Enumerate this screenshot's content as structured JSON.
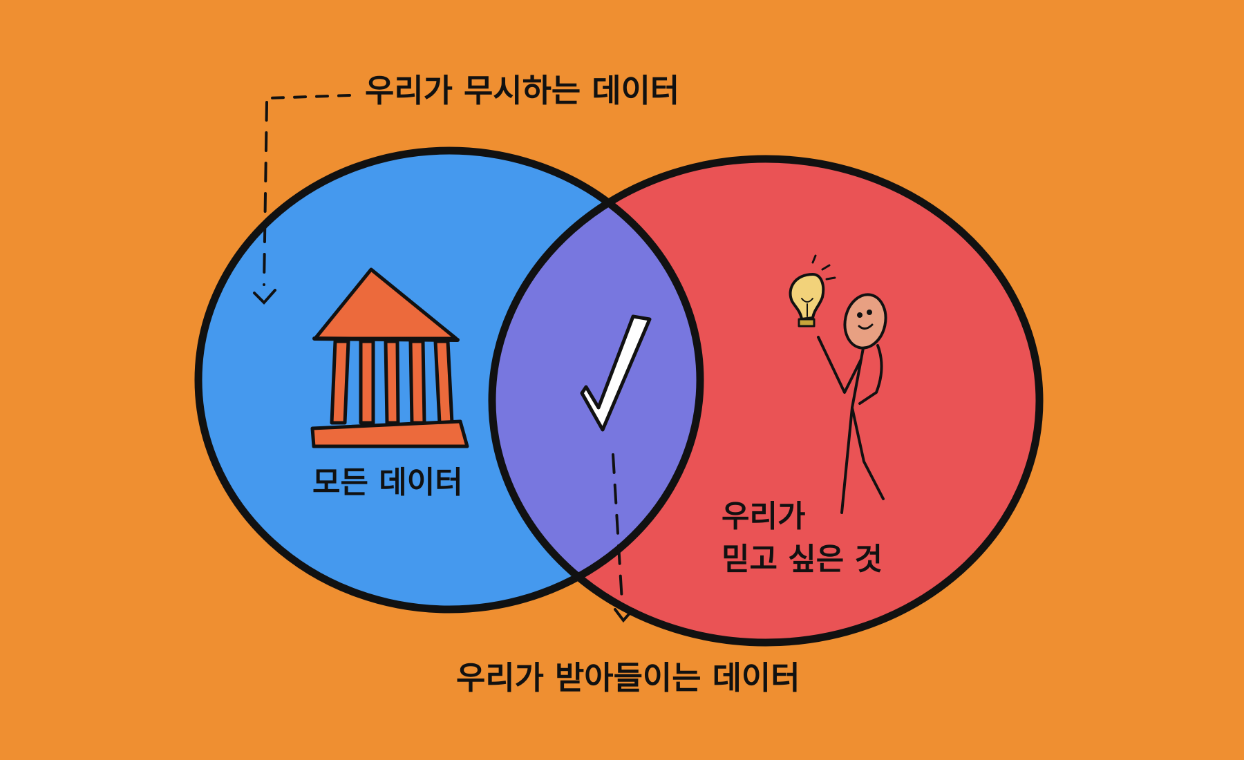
{
  "colors": {
    "background": "#EF8F31",
    "blue_circle": "#4599EE",
    "red_circle": "#EA5355",
    "overlap": "#7877DF",
    "outline": "#111111",
    "pillar_orange": "#EC6A3C",
    "bulb_yellow": "#F2D27A",
    "face_skin": "#E8A082"
  },
  "labels": {
    "ignored_data": "우리가 무시하는 데이터",
    "all_data": "모든 데이터",
    "belief_line1": "우리가",
    "belief_line2": "믿고 싶은 것",
    "accepted_data": "우리가 받아들이는 데이터"
  },
  "icons": {
    "left_circle": "museum-building-icon",
    "overlap": "checkmark-icon",
    "right_circle": "stick-figure-lightbulb-icon"
  }
}
